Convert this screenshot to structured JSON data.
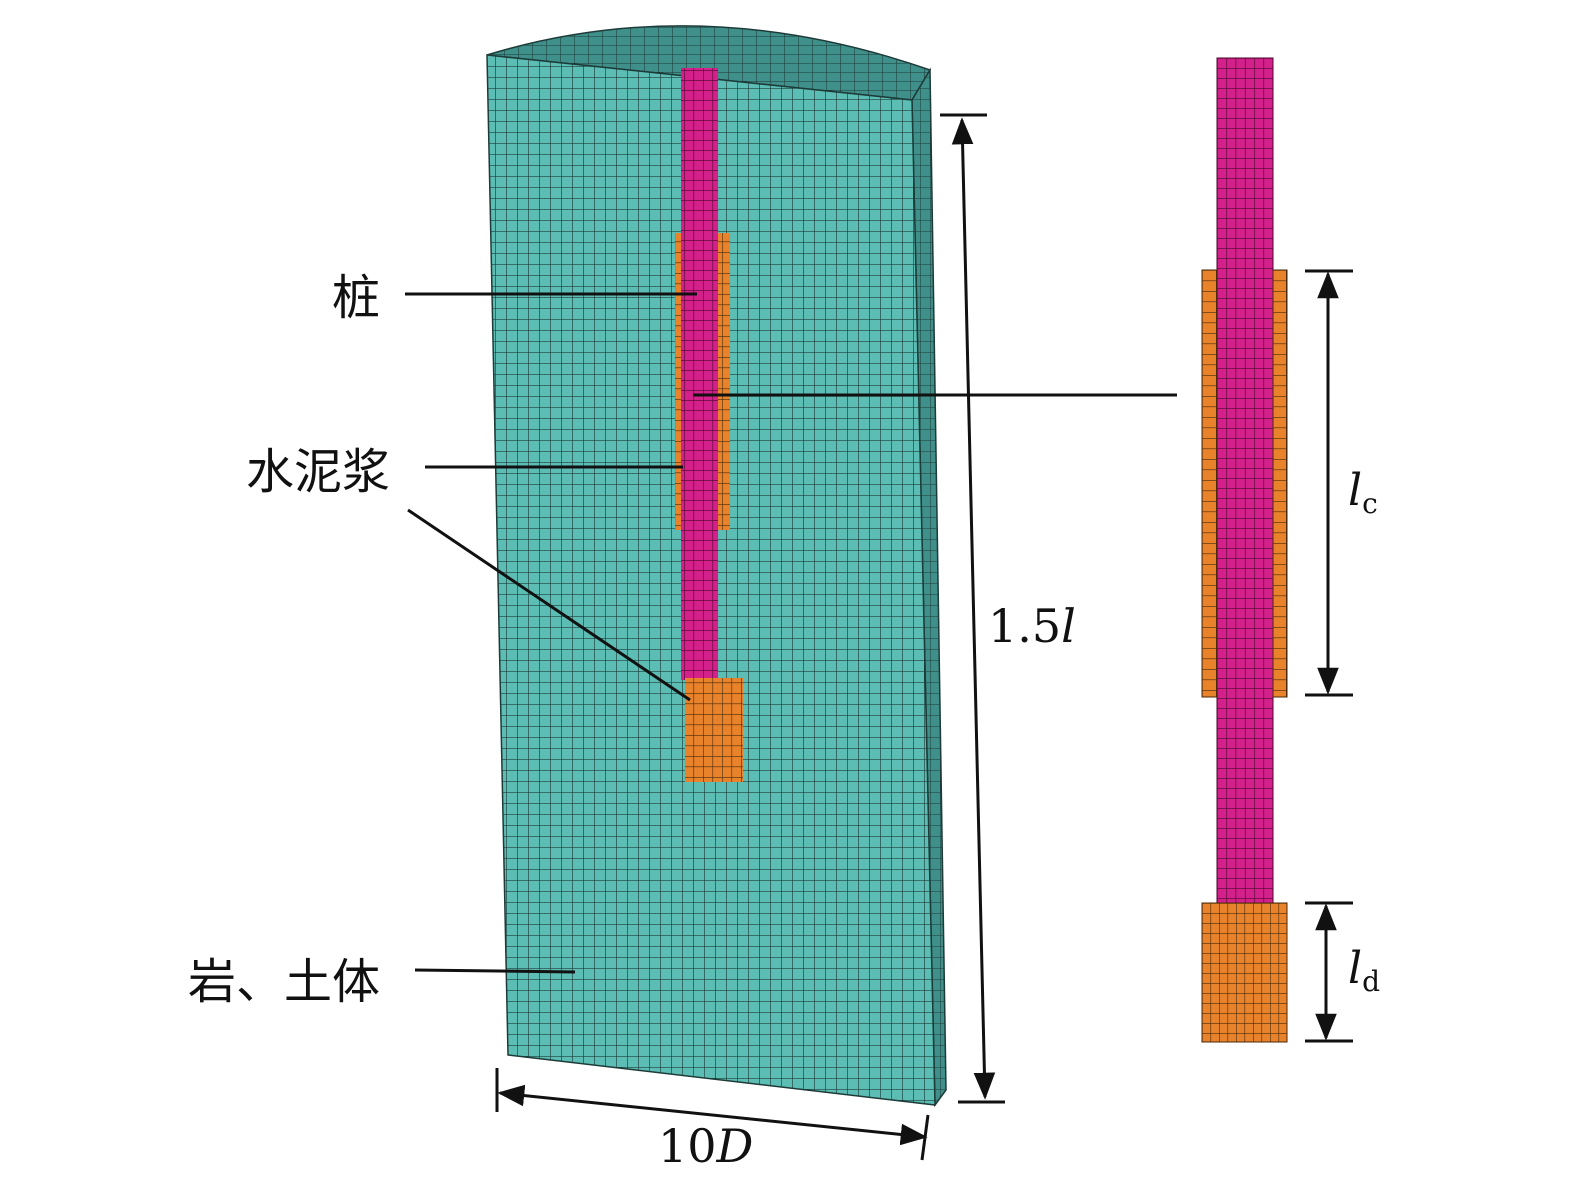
{
  "labels": {
    "pile": "桩",
    "grout": "水泥浆",
    "rock_soil": "岩、土体"
  },
  "dimensions": {
    "height_prefix": "1.5",
    "height_var": "l",
    "width_prefix": "10",
    "width_var": "D",
    "lc_var": "l",
    "lc_sub": "c",
    "ld_var": "l",
    "ld_sub": "d"
  },
  "colors": {
    "soil": "#5cbdb4",
    "soil_top": "#3f8f8a",
    "pile": "#d4208a",
    "grout": "#e9832b"
  }
}
